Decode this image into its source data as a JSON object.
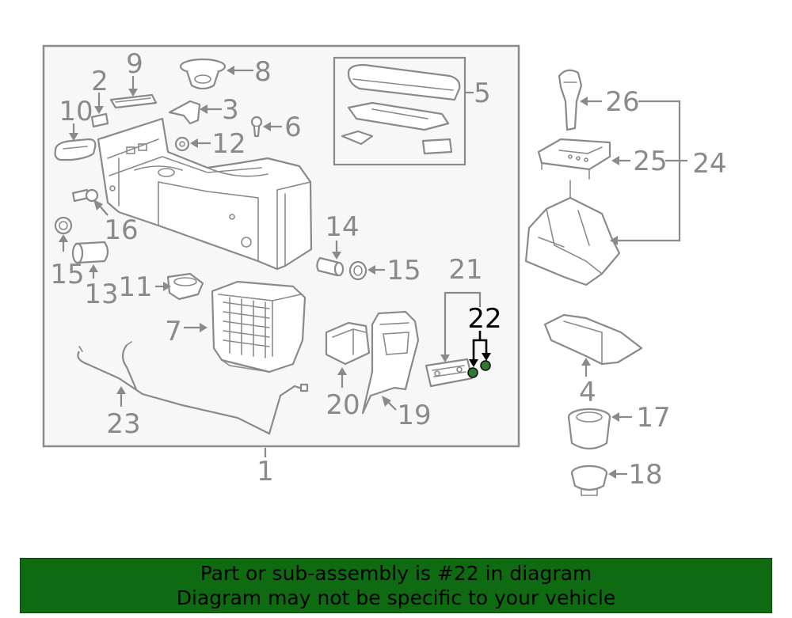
{
  "colors": {
    "frame": "#8a8a8a",
    "frame_fill": "#f7f7f7",
    "highlight": "#000000",
    "highlight_part": "#2f7a2f",
    "banner_bg": "#0f6b12"
  },
  "callouts": {
    "c1": "1",
    "c2": "2",
    "c3": "3",
    "c4": "4",
    "c5": "5",
    "c6": "6",
    "c7": "7",
    "c8": "8",
    "c9": "9",
    "c10": "10",
    "c11": "11",
    "c12": "12",
    "c13": "13",
    "c14": "14",
    "c15a": "15",
    "c15b": "15",
    "c16": "16",
    "c17": "17",
    "c18": "18",
    "c19": "19",
    "c20": "20",
    "c21": "21",
    "c22": "22",
    "c23": "23",
    "c24": "24",
    "c25": "25",
    "c26": "26"
  },
  "banner": {
    "line1": "Part or sub-assembly is #22 in diagram",
    "line2": "Diagram may not be specific to your vehicle"
  }
}
